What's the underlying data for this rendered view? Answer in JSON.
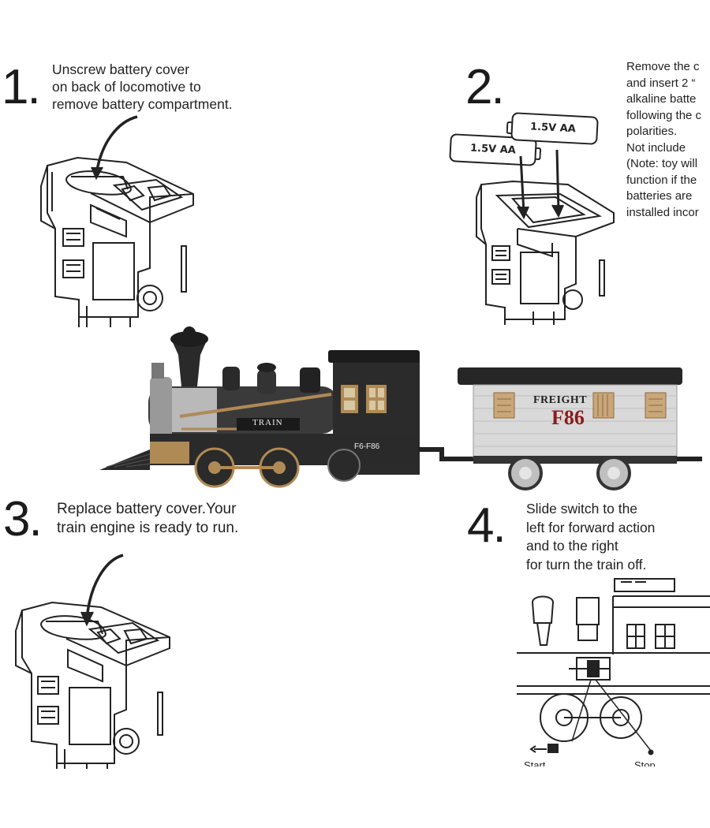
{
  "steps": [
    {
      "number": "1",
      "dot": ".",
      "lines": [
        "Unscrew battery cover",
        "on back of locomotive to",
        "remove battery compartment."
      ]
    },
    {
      "number": "2",
      "dot": ".",
      "lines": [
        "Remove the c",
        "and insert 2 “",
        "alkaline batte",
        "following the c",
        "polarities.",
        "Not include",
        "(Note: toy will",
        "function if the",
        "batteries are",
        "installed incor"
      ]
    },
    {
      "number": "3",
      "dot": ".",
      "lines": [
        "Replace battery cover.Your",
        "train engine is ready to run."
      ]
    },
    {
      "number": "4",
      "dot": ".",
      "lines": [
        "Slide switch to the",
        "left for forward action",
        "and to the right",
        "for turn the train off."
      ]
    }
  ],
  "batteries": [
    "1.5V AA",
    "1.5V AA"
  ],
  "locomotive": {
    "name_plate": "TRAIN",
    "number_plate": "F6-F86"
  },
  "freight_car": {
    "title": "FREIGHT",
    "number": "F86"
  },
  "switch_labels": {
    "start": "Start",
    "stop": "Stop"
  },
  "colors": {
    "ink": "#222222",
    "loco_body": "#2b2b2b",
    "brass": "#b08a55",
    "car_body": "#d9d9d9",
    "car_roof": "#262626",
    "freight_red": "#8a1c1c"
  }
}
